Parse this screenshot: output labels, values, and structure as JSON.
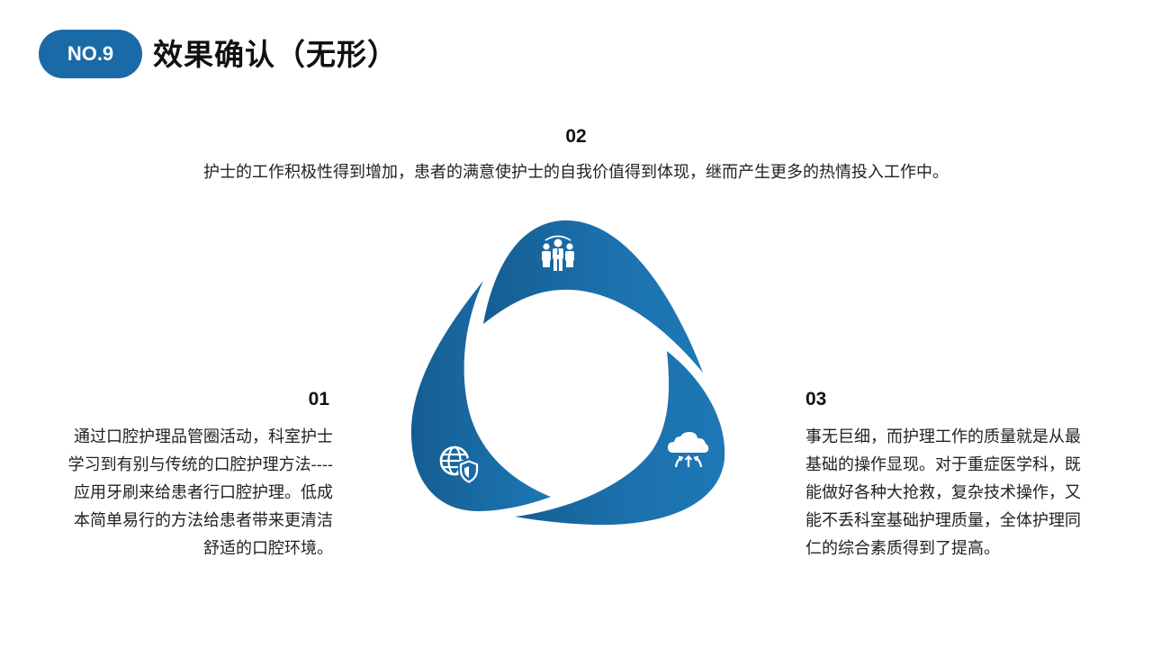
{
  "header": {
    "badge": "NO.9",
    "title": "效果确认（无形）"
  },
  "items": [
    {
      "number": "01",
      "icon": "globe-shield-icon",
      "text": "通过口腔护理品管圈活动，科室护士学习到有别与传统的口腔护理方法----应用牙刷来给患者行口腔护理。低成本简单易行的方法给患者带来更清洁舒适的口腔环境。"
    },
    {
      "number": "02",
      "icon": "team-people-icon",
      "text": "护士的工作积极性得到增加，患者的满意使护士的自我价值得到体现，继而产生更多的热情投入工作中。"
    },
    {
      "number": "03",
      "icon": "cloud-upload-icon",
      "text": "事无巨细，而护理工作的质量就是从最基础的操作显现。对于重症医学科，既能做好各种大抢救，复杂技术操作，又能不丢科室基础护理质量，全体护理同仁的综合素质得到了提高。"
    }
  ],
  "colors": {
    "accent": "#1b6aa8",
    "gradient_dark": "#155d92",
    "gradient_light": "#1d78b5"
  }
}
